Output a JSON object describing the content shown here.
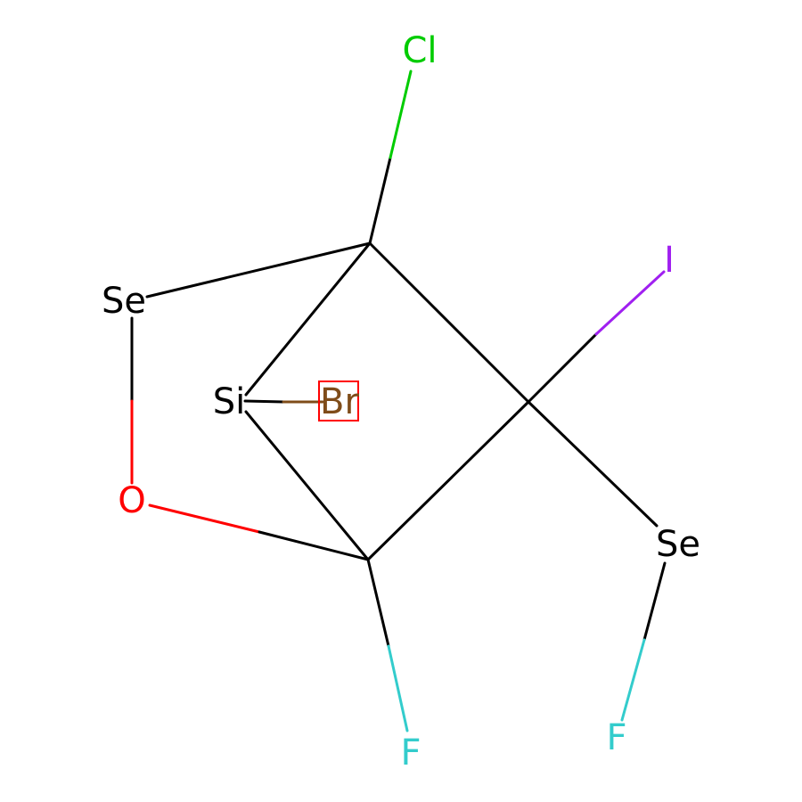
{
  "molecule": {
    "atoms": [
      {
        "id": "cl",
        "label": "Cl",
        "color": "#00CC00"
      },
      {
        "id": "i",
        "label": "I",
        "color": "#A020F0"
      },
      {
        "id": "se1",
        "label": "Se",
        "color": "#000000"
      },
      {
        "id": "si",
        "label": "Si",
        "color": "#000000"
      },
      {
        "id": "br",
        "label": "Br",
        "color": "#7F4C19",
        "highlighted": true
      },
      {
        "id": "o",
        "label": "O",
        "color": "#FF0000"
      },
      {
        "id": "se2",
        "label": "Se",
        "color": "#000000"
      },
      {
        "id": "f1",
        "label": "F",
        "color": "#33CCCC"
      },
      {
        "id": "f2",
        "label": "F",
        "color": "#33CCCC"
      }
    ],
    "highlight_color": "#FF0000"
  }
}
